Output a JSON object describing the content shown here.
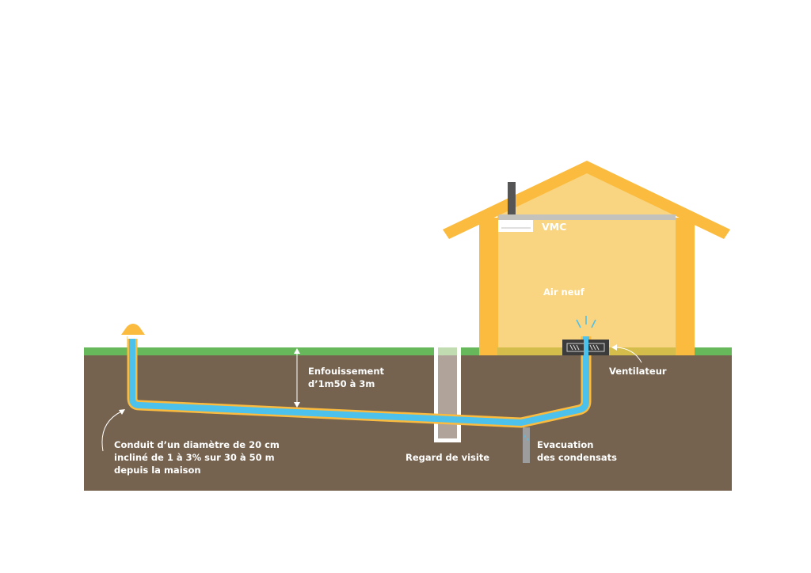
{
  "colors": {
    "background": "#ffffff",
    "grass": "#66b85a",
    "grass_under_house": "#d4bd4a",
    "soil": "#75634f",
    "house_frame": "#fbbb3e",
    "house_interior": "#f9d581",
    "pipe_fill": "#4cc1ec",
    "pipe_outline": "#fbbb3e",
    "manhole_fill": "#b0a39a",
    "manhole_border": "#ffffff",
    "manhole_top": "#c0dcb0",
    "ceiling_duct": "#c3c2bd",
    "chimney": "#555555",
    "ventilator_box": "#3b3b3b",
    "drain_pipe": "#9d9d9d",
    "label_text": "#ffffff"
  },
  "labels": {
    "vmc": "VMC",
    "air_neuf": "Air neuf",
    "ventilateur": "Ventilateur",
    "enfouissement_line1": "Enfouissement",
    "enfouissement_line2": "d’1m50 à 3m",
    "conduit_line1": "Conduit d’un diamètre de 20 cm",
    "conduit_line2": "incliné de 1 à 3% sur 30 à 50 m",
    "conduit_line3": "depuis la maison",
    "regard": "Regard de visite",
    "evacuation_line1": "Evacuation",
    "evacuation_line2": "des condensats"
  },
  "icons": {
    "air_intake": "mushroom-cap-air-intake-icon",
    "ventilator": "fan-grille-icon",
    "water_drop": "water-drop-icon",
    "airflow": "airflow-rays-icon"
  }
}
